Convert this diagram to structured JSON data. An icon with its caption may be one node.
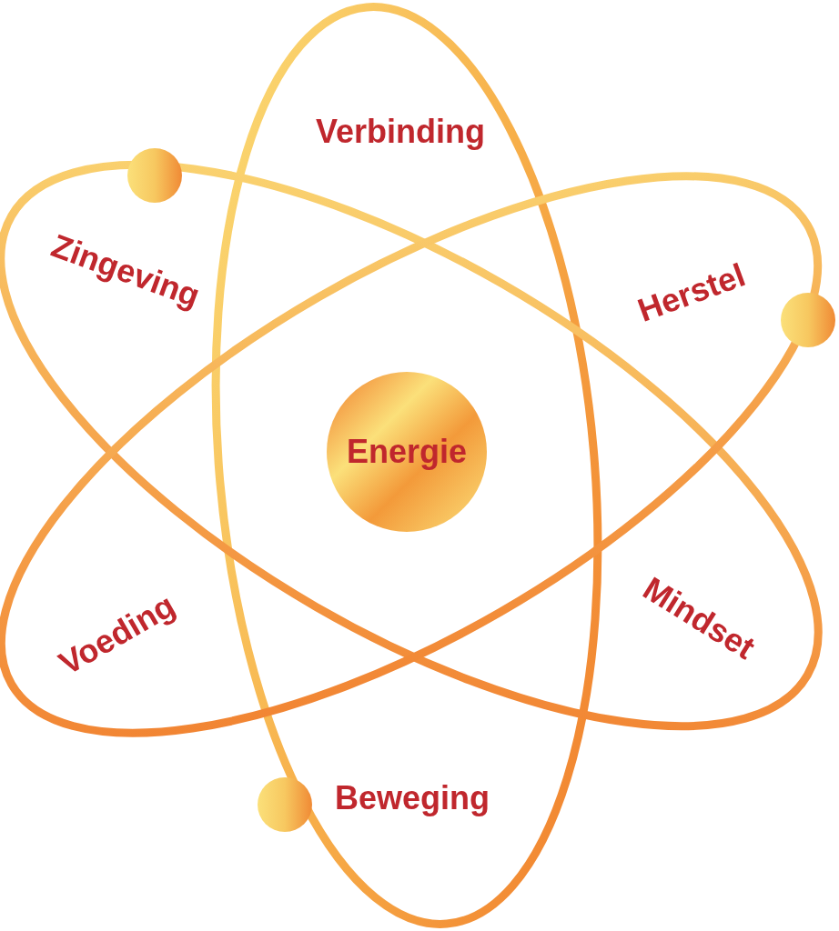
{
  "diagram": {
    "nodes": [
      {
        "text": [
          "Energie"
        ]
      },
      {
        "text": [],
        "shape": "circle"
      },
      {
        "text": [],
        "shape": "circle"
      },
      {
        "text": [],
        "shape": "circle"
      }
    ],
    "labels": [
      "Verbinding",
      "Zingeving",
      "Herstel",
      "Mindset",
      "Voeding",
      "Beweging"
    ]
  }
}
